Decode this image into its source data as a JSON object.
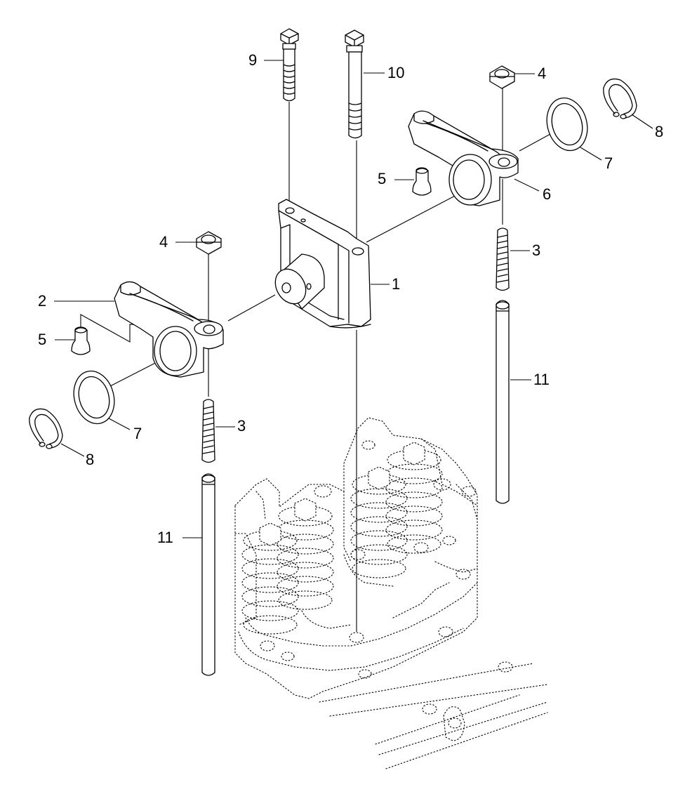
{
  "labels": [
    {
      "id": "1",
      "text": "1"
    },
    {
      "id": "2",
      "text": "2"
    },
    {
      "id": "3a",
      "text": "3"
    },
    {
      "id": "3b",
      "text": "3"
    },
    {
      "id": "4a",
      "text": "4"
    },
    {
      "id": "4b",
      "text": "4"
    },
    {
      "id": "5a",
      "text": "5"
    },
    {
      "id": "5b",
      "text": "5"
    },
    {
      "id": "6",
      "text": "6"
    },
    {
      "id": "7a",
      "text": "7"
    },
    {
      "id": "7b",
      "text": "7"
    },
    {
      "id": "8a",
      "text": "8"
    },
    {
      "id": "8b",
      "text": "8"
    },
    {
      "id": "9",
      "text": "9"
    },
    {
      "id": "10",
      "text": "10"
    },
    {
      "id": "11a",
      "text": "11"
    },
    {
      "id": "11b",
      "text": "11"
    }
  ]
}
